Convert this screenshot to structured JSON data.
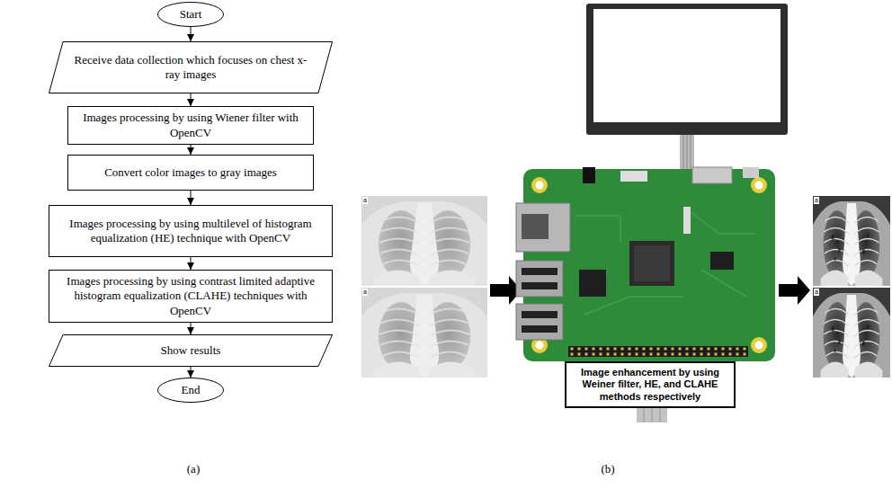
{
  "diagram": {
    "nodes": [
      {
        "text": [
          "Start"
        ]
      },
      {
        "text": [
          "Receive data collection which focuses on chest x-ray images"
        ]
      },
      {
        "text": [
          "Images processing by using Wiener filter with OpenCV"
        ]
      },
      {
        "text": [
          "Convert color images to gray images"
        ]
      },
      {
        "text": [
          "Images processing by using multilevel of histogram equalization (HE) technique with OpenCV"
        ]
      },
      {
        "text": [
          "Images processing by using contrast limited adaptive histogram equalization (CLAHE) techniques with OpenCV"
        ]
      },
      {
        "text": [
          "Show results"
        ]
      },
      {
        "text": [
          "End"
        ]
      },
      {
        "text": [
          "Image enhancement by using Weiner filter, HE, and CLAHE methods respectively"
        ]
      }
    ],
    "edges": [
      {
        "from": 0,
        "to": 1,
        "arrow": "to"
      },
      {
        "from": 1,
        "to": 2,
        "arrow": "to"
      },
      {
        "from": 2,
        "to": 3,
        "arrow": "to"
      },
      {
        "from": 3,
        "to": 4,
        "arrow": "to"
      },
      {
        "from": 4,
        "to": 5,
        "arrow": "to"
      },
      {
        "from": 5,
        "to": 6,
        "arrow": "to"
      },
      {
        "from": 6,
        "to": 7,
        "arrow": "to"
      }
    ],
    "labels": [
      "(a)",
      "a",
      "a",
      "a",
      "a",
      "(b)"
    ]
  }
}
